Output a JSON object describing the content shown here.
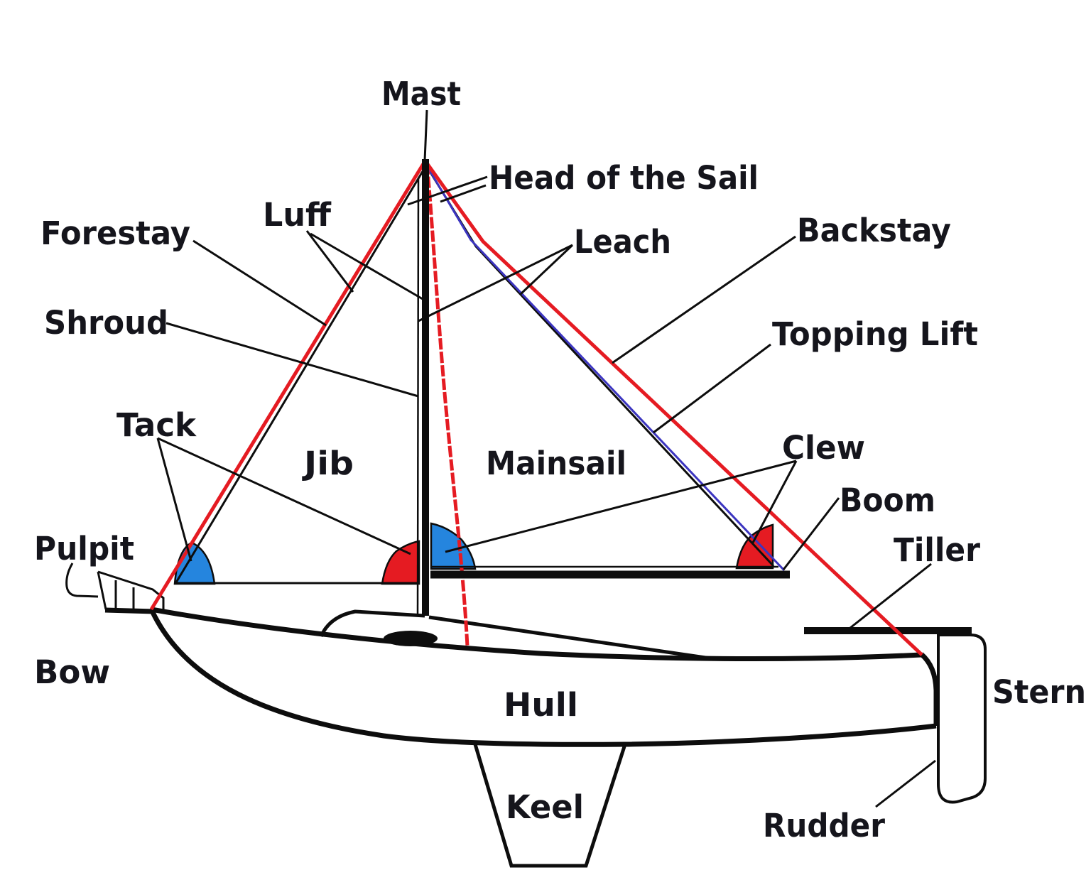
{
  "labels": {
    "mast": "Mast",
    "head_of_sail": "Head of the Sail",
    "luff": "Luff",
    "forestay": "Forestay",
    "leach": "Leach",
    "backstay": "Backstay",
    "shroud": "Shroud",
    "topping_lift": "Topping Lift",
    "tack": "Tack",
    "jib": "Jib",
    "mainsail": "Mainsail",
    "clew": "Clew",
    "boom": "Boom",
    "pulpit": "Pulpit",
    "tiller": "Tiller",
    "bow": "Bow",
    "hull": "Hull",
    "stern": "Stern",
    "keel": "Keel",
    "rudder": "Rudder"
  },
  "colors": {
    "paper": "#ffffff",
    "ink": "#0d0d0d",
    "label-ink": "#15151c",
    "rigging-red": "#e51b22",
    "patch-blue": "#2585de",
    "line-blue": "#3c35c0"
  }
}
